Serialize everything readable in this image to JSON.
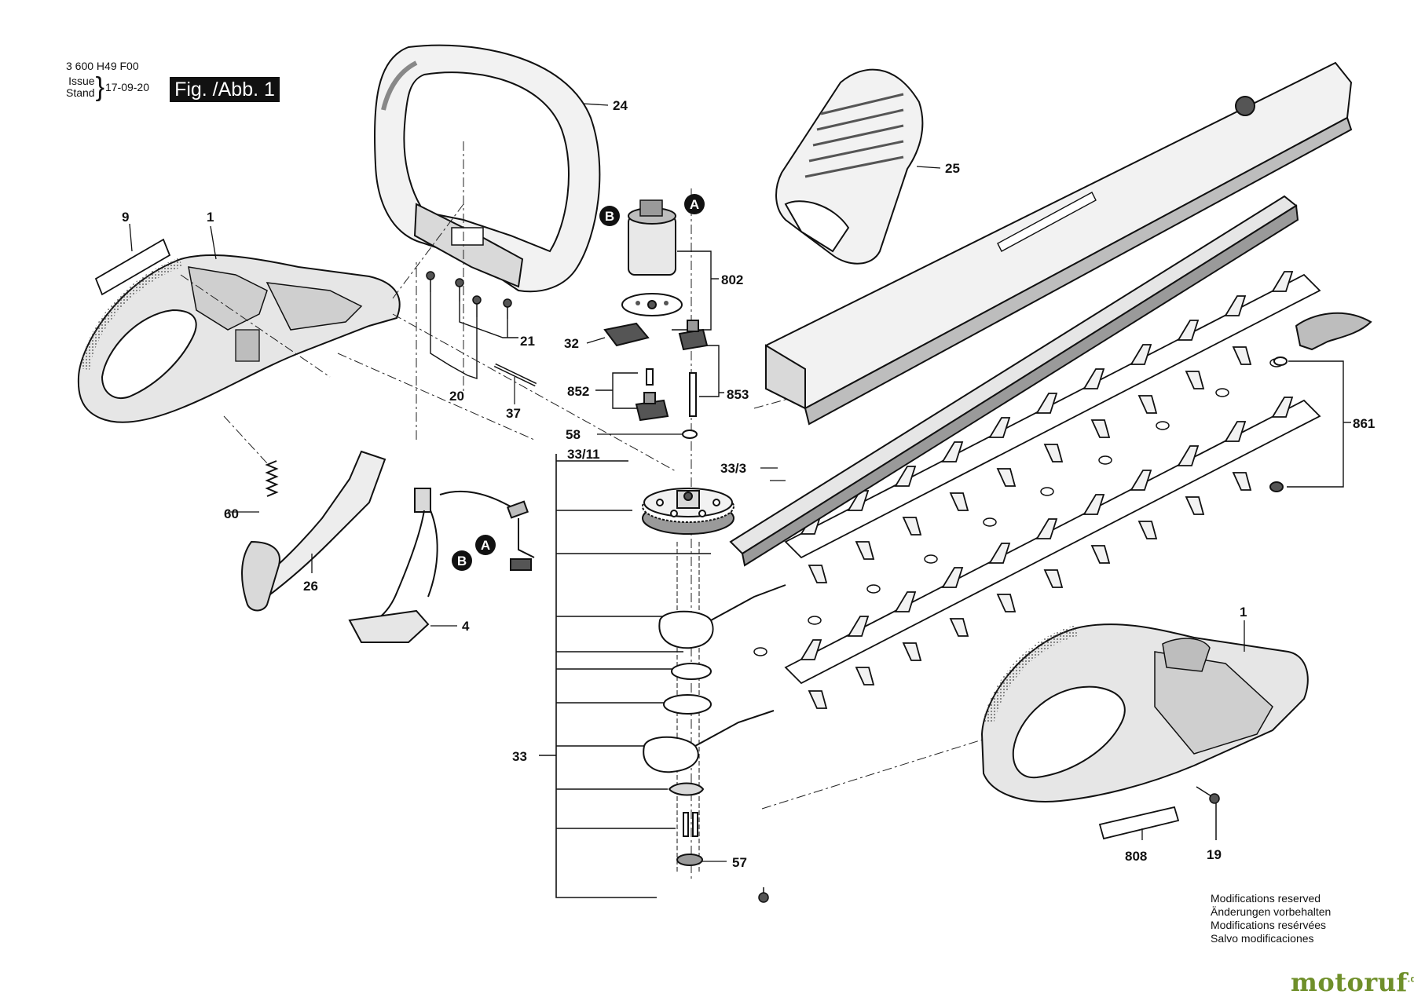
{
  "header": {
    "part_number": "3 600 H49 F00",
    "issue_label": "Issue",
    "stand_label": "Stand",
    "date": "17-09-20",
    "figure_label": "Fig. /Abb. 1"
  },
  "callouts": {
    "A": "A",
    "B": "B"
  },
  "part_labels": {
    "p1": "1",
    "p4": "4",
    "p9": "9",
    "p19": "19",
    "p20": "20",
    "p21": "21",
    "p24": "24",
    "p25": "25",
    "p26": "26",
    "p32": "32",
    "p33": "33",
    "p33_3": "33/3",
    "p33_11": "33/11",
    "p37": "37",
    "p57": "57",
    "p58": "58",
    "p60": "60",
    "p802": "802",
    "p808": "808",
    "p852": "852",
    "p853": "853",
    "p861": "861"
  },
  "modifications": [
    "Modifications reserved",
    "Änderungen vorbehalten",
    "Modifications resérvées",
    "Salvo modificaciones"
  ],
  "watermark": {
    "text_a": "motoruf",
    "text_b": ".de"
  },
  "colors": {
    "line": "#111111",
    "fill_light": "#f2f2f2",
    "fill_mid": "#d9d9d9",
    "fill_dark": "#9a9a9a",
    "watermark": "#6f8f2a"
  }
}
